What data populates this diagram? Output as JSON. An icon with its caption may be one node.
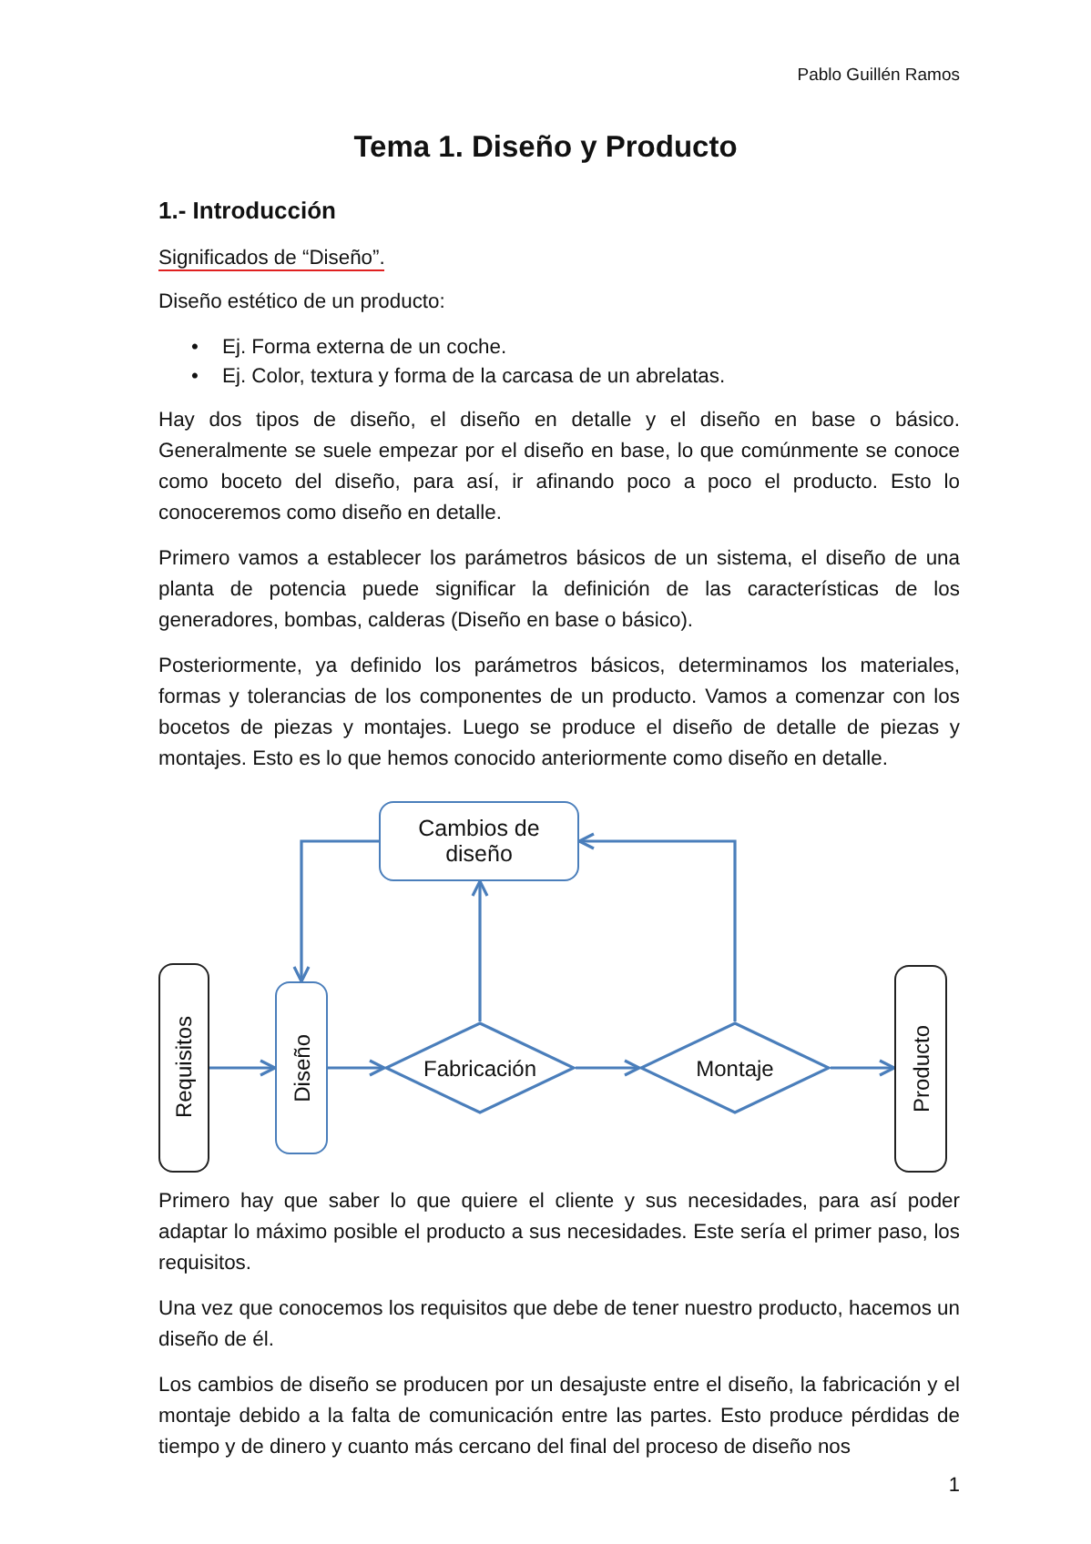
{
  "diagram": {
    "title": "Tema 1. Diseño y Producto",
    "nodes": [
      {
        "text": [
          "Cambios de diseño"
        ]
      },
      {
        "text": [
          "Requisitos"
        ]
      },
      {
        "text": [
          "Diseño"
        ]
      },
      {
        "text": [
          "Fabricación"
        ]
      },
      {
        "text": [
          "Montaje"
        ]
      },
      {
        "text": [
          "Producto"
        ]
      }
    ],
    "edges": [
      {
        "from": 1,
        "to": 2,
        "arrow": "to"
      },
      {
        "from": 2,
        "to": 3,
        "arrow": "to"
      },
      {
        "from": 3,
        "to": 4,
        "arrow": "to"
      },
      {
        "from": 4,
        "to": 5,
        "arrow": "to"
      },
      {
        "from": 3,
        "to": 0,
        "arrow": "to"
      },
      {
        "from": 4,
        "to": 0,
        "arrow": "to"
      },
      {
        "from": 0,
        "to": 2,
        "arrow": "to"
      }
    ],
    "labels": [
      "Pablo Guillén Ramos",
      "1.- Introducción",
      "Significados de “Diseño”.",
      "Diseño estético de un producto:",
      "•",
      "Ej. Forma externa de un coche.",
      "•",
      "Ej. Color, textura y forma de la carcasa de un abrelatas.",
      "Hay dos tipos de diseño, el diseño en detalle y el diseño en base o básico. Generalmente se suele empezar por el diseño en base, lo que comúnmente se conoce como boceto del diseño, para así, ir afinando poco a poco el producto. Esto lo conoceremos como diseño en detalle.",
      "Primero vamos a establecer los parámetros básicos de un sistema, el diseño de una planta de potencia puede significar la definición de las características de los generadores, bombas, calderas (Diseño en base o básico).",
      "Posteriormente, ya definido los parámetros básicos, determinamos los materiales, formas y tolerancias de los componentes de un producto. Vamos a comenzar con los bocetos de piezas y montajes. Luego se produce el diseño de detalle de piezas y montajes. Esto es lo que hemos conocido anteriormente como diseño en detalle.",
      "Primero hay que saber lo que quiere el cliente y sus necesidades, para así poder adaptar lo máximo posible el producto a sus necesidades. Este sería el primer paso, los requisitos.",
      "Una vez que conocemos los requisitos que debe de tener nuestro producto, hacemos un diseño de él.",
      "Los cambios de diseño se producen por un desajuste entre el diseño, la fabricación y el montaje debido a la falta de comunicación entre las partes. Esto produce pérdidas de tiempo y de dinero y cuanto más cercano del final del proceso de diseño nos",
      "1"
    ]
  }
}
